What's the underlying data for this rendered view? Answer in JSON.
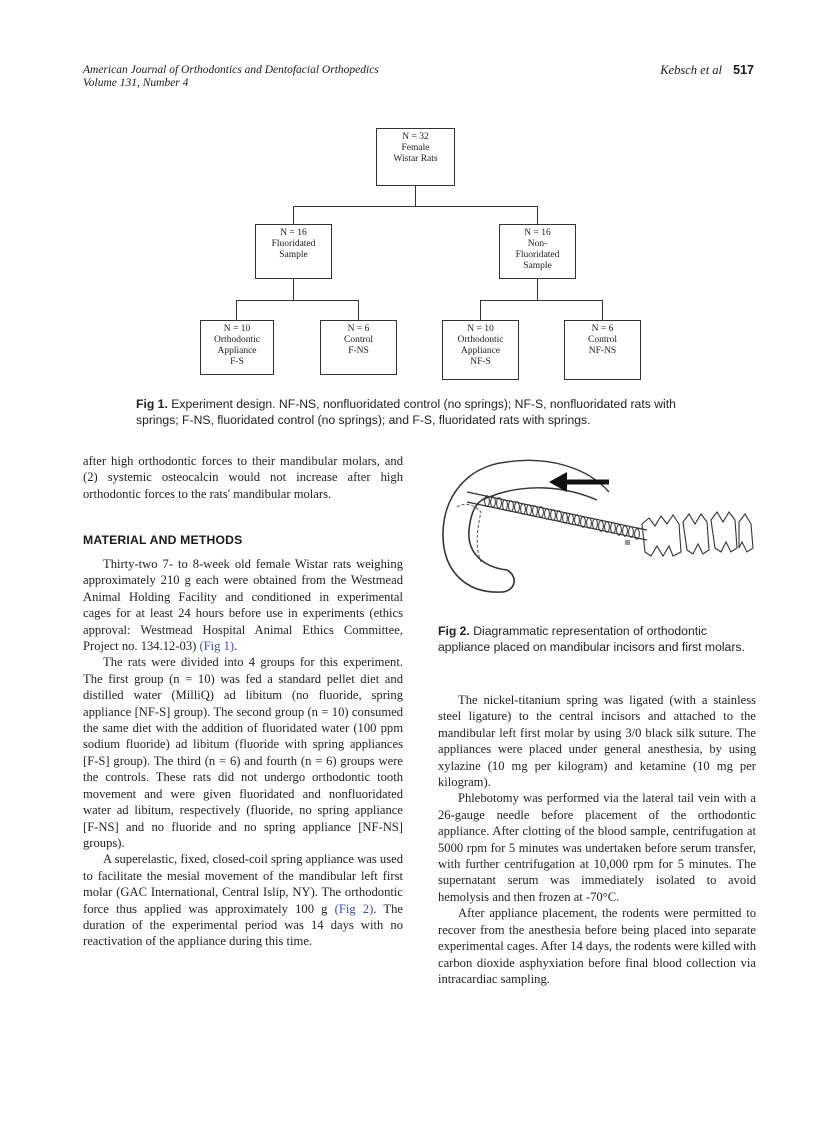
{
  "header": {
    "journal_line1": "American Journal of Orthodontics and Dentofacial Orthopedics",
    "journal_line2": "Volume 131, Number 4",
    "authors": "Kebsch et al",
    "page_number": "517"
  },
  "figure1": {
    "root": [
      "N = 32",
      "Female",
      "Wistar Rats"
    ],
    "left_group": [
      "N = 16",
      "Fluoridated",
      "Sample"
    ],
    "right_group": [
      "N = 16",
      "Non-",
      "Fluoridated",
      "Sample"
    ],
    "leaves": [
      [
        "N = 10",
        "Orthodontic",
        "Appliance",
        "F-S"
      ],
      [
        "N = 6",
        "Control",
        "F-NS"
      ],
      [
        "N = 10",
        "Orthodontic",
        "Appliance",
        "NF-S"
      ],
      [
        "N = 6",
        "Control",
        "NF-NS"
      ]
    ],
    "caption_label": "Fig 1.",
    "caption_text": "Experiment design. NF-NS, nonfluoridated control (no springs); NF-S, nonfluoridated rats with springs; F-NS, fluoridated control (no springs); and F-S, fluoridated rats with springs."
  },
  "figure2": {
    "caption_label": "Fig 2.",
    "caption_text": "Diagrammatic representation of orthodontic appliance placed on mandibular incisors and first molars."
  },
  "left_column": {
    "intro": "after high orthodontic forces to their mandibular molars, and (2) systemic osteocalcin would not increase after high orthodontic forces to the rats' mandibular molars.",
    "section_heading": "MATERIAL AND METHODS",
    "p1_text": "Thirty-two 7- to 8-week old female Wistar rats weighing approximately 210 g each were obtained from the Westmead Animal Holding Facility and conditioned in experimental cages for at least 24 hours before use in experiments (ethics approval: Westmead Hospital Animal Ethics Committee, Project no. 134.12-03)",
    "p1_link": "(Fig 1)",
    "p1_end": ".",
    "p2": "The rats were divided into 4 groups for this experiment. The first group (n = 10) was fed a standard pellet diet and distilled water (MilliQ) ad libitum (no fluoride, spring appliance [NF-S] group). The second group (n = 10) consumed the same diet with the addition of fluoridated water (100 ppm sodium fluoride) ad libitum (fluoride with spring appliances [F-S] group). The third (n = 6) and fourth (n = 6) groups were the controls. These rats did not undergo orthodontic tooth movement and were given fluoridated and nonfluoridated water ad libitum, respectively (fluoride, no spring appliance [F-NS] and no fluoride and no spring appliance [NF-NS] groups).",
    "p3_text": "A superelastic, fixed, closed-coil spring appliance was used to facilitate the mesial movement of the mandibular left first molar (GAC International, Central Islip, NY). The orthodontic force thus applied was approximately 100 g",
    "p3_link": "(Fig 2)",
    "p3_end": ". The duration of the experimental period was 14 days with no reactivation of the appliance during this time."
  },
  "right_column": {
    "p1": "The nickel-titanium spring was ligated (with a stainless steel ligature) to the central incisors and attached to the mandibular left first molar by using 3/0 black silk suture. The appliances were placed under general anesthesia, by using xylazine (10 mg per kilogram) and ketamine (10 mg per kilogram).",
    "p2": "Phlebotomy was performed via the lateral tail vein with a 26-gauge needle before placement of the orthodontic appliance. After clotting of the blood sample, centrifugation at 5000 rpm for 5 minutes was undertaken before serum transfer, with further centrifugation at 10,000 rpm for 5 minutes. The supernatant serum was immediately isolated to avoid hemolysis and then frozen at -70°C.",
    "p3": "After appliance placement, the rodents were permitted to recover from the anesthesia before being placed into separate experimental cages. After 14 days, the rodents were killed with carbon dioxide asphyxiation before final blood collection via intracardiac sampling."
  },
  "colors": {
    "link": "#3a4fa8",
    "text": "#222222"
  }
}
